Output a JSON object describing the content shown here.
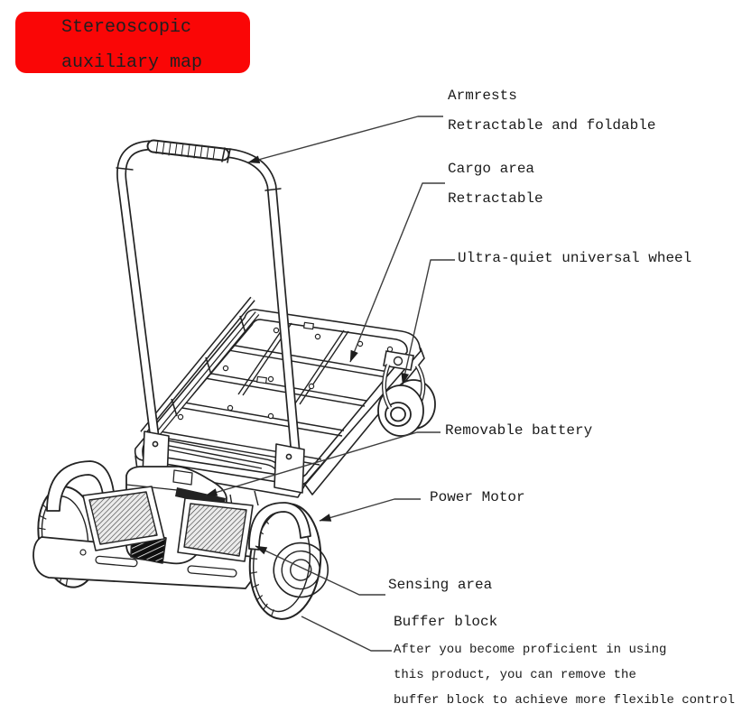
{
  "banner": {
    "line1": "Stereoscopic",
    "line2": "auxiliary map"
  },
  "callouts": {
    "armrests": {
      "title": "Armrests",
      "subtitle": "Retractable and foldable"
    },
    "cargo_area": {
      "title": "Cargo area",
      "subtitle": "Retractable"
    },
    "universal_wheel": {
      "title": "Ultra-quiet universal wheel"
    },
    "battery": {
      "title": "Removable battery"
    },
    "power_motor": {
      "title": "Power Motor"
    },
    "sensing_area": {
      "title": "Sensing area"
    },
    "buffer_block": {
      "title": "Buffer block",
      "note1": "After you become proficient in using",
      "note2": "this product, you can remove the",
      "note3": "buffer block to achieve more flexible control"
    }
  },
  "colors": {
    "banner_bg": "#fa0606",
    "banner_text": "#1f1f1f",
    "label_text": "#1b1b1b",
    "line_color": "#222222"
  }
}
